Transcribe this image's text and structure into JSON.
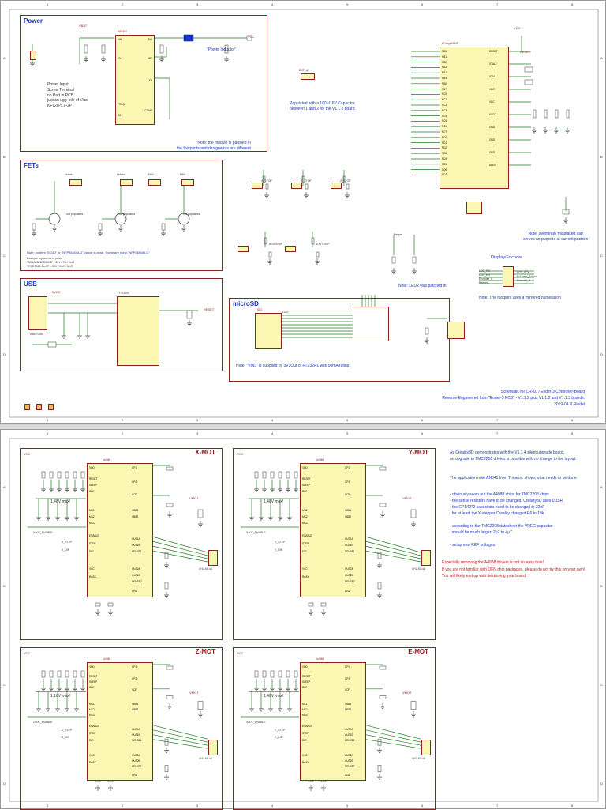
{
  "sheet1": {
    "zones_top": [
      "1",
      "2",
      "3",
      "4",
      "5",
      "6",
      "7",
      "8"
    ],
    "zones_side": [
      "A",
      "B",
      "C",
      "D"
    ],
    "power": {
      "title": "Power",
      "note_input": "Power Input\nScrew Terminal\nno Part in PCB\njust an ugly pile of Vias\nKF128-5.0-2P",
      "note_inductor": "\"Power Inductor\"",
      "note_module": "Note: the module is patched in\nthe footprints and designators are different",
      "chip_name": "MP1584",
      "chip_pins_left": [
        "VIN",
        "EN",
        "FREQ",
        "SS"
      ],
      "chip_pins_right": [
        "SW",
        "BST",
        "FB",
        "COMP"
      ],
      "net_vbat": "VBAT",
      "net_vcc": "VCC"
    },
    "fets": {
      "title": "FETs",
      "labels": [
        "Hotbed",
        "Hotend",
        "FAN",
        "FAN"
      ],
      "not_populated": "not populated",
      "note_confirm": "Note: confirm \"EG40\" or \"NFP36N06LG\" cause in ocstr. Some are likely \"NFP36N06LG\"",
      "note_replace": "Example replacement parts:\n\"AO4800/NDS30C8\" - 30V / 7A / 3mR\n\"IRLR7843 SmIR\" - 30V / 93A / 3mR"
    },
    "usb": {
      "title": "USB",
      "conn_name": "micro USB",
      "chip_name": "FT232RL",
      "net_5vcc": "5VCC",
      "net_reset": "RESET"
    },
    "microsd": {
      "title": "microSD",
      "note": "Note: \"VDD\" is supplied by 3V3Out of FT232RL with 50mA rating",
      "slot_name": "SD1",
      "net_vdd": "VDD"
    },
    "atmega": {
      "chip_name": "ATmega1284P",
      "net_reset": "RESET",
      "net_vcc": "VCC",
      "pins_left": [
        "PB0",
        "PB1",
        "PB2",
        "PB3",
        "PB4",
        "PB5",
        "PB6",
        "PB7",
        "PC0",
        "PC1",
        "PC2",
        "PC3",
        "PC4",
        "PC5",
        "PC6",
        "PC7",
        "PD0",
        "PD1",
        "PD2",
        "PD3",
        "PD4",
        "PD5",
        "PD6",
        "PD7"
      ],
      "pins_right": [
        "RESET",
        "XTAL2",
        "XTAL1",
        "VCC",
        "VCC",
        "AVCC",
        "GND",
        "GND",
        "GND",
        "AREF"
      ]
    },
    "note_populated": "Populated with a 100µ/16V Capacitor\nbetween 1 and 2 for the V1.1.2 board.",
    "note_ext": "EXT_A1",
    "note_misplaced_cap": "Note: seemingly misplaced cap\nserves no purpose at current position",
    "note_led2": "Note: LED2 was patched in",
    "display": {
      "title": "Display/Encoder",
      "note": "Note: The footprint uses a mirrored numeration",
      "signals": [
        "LCD_RS",
        "LCD_SCK",
        "LCD_EN",
        "Encoder_Button",
        "Encoder_A",
        "Encoder_B",
        "Beeper"
      ]
    },
    "stops": [
      "X_STOP",
      "Y_STOP",
      "Z_STOP"
    ],
    "temps": [
      "BEDTEMP",
      "EXTTEMP"
    ],
    "beeper": "Beeper",
    "title_block": "Schematic for CR-10 / Ender-3 Controller-Board\nReverse-Engineered from \"Ender-3 PCB\" - V1.1.2 plus V1.1.2 and V1.1.3 boards.\n2019-04 R.Riedel"
  },
  "sheet2": {
    "zones_top": [
      "1",
      "2",
      "3",
      "4",
      "5",
      "6",
      "7",
      "8"
    ],
    "zones_side": [
      "A",
      "B",
      "C",
      "D"
    ],
    "drivers": [
      {
        "title": "X-MOT",
        "chip": "A4988",
        "vref_note": "1.48V max!",
        "enable": "X/Y/E_ENABLE",
        "step": "X_STEP",
        "dir": "X_DIR",
        "conn": "XH2.54-4A"
      },
      {
        "title": "Y-MOT",
        "chip": "A4988",
        "vref_note": "1.48V max!",
        "enable": "X/Y/E_ENABLE",
        "step": "Y_STEP",
        "dir": "Y_DIR",
        "conn": "XH2.54-4A"
      },
      {
        "title": "Z-MOT",
        "chip": "A4988",
        "vref_note": "1.16V max!",
        "enable": "Z/Y/E_ENABLE",
        "step": "Z_STEP",
        "dir": "Z_DIR",
        "conn": "XH2.54-4A"
      },
      {
        "title": "E-MOT",
        "chip": "A4988",
        "vref_note": "1.48V max!",
        "enable": "X/Y/E_ENABLE",
        "step": "E_STEP",
        "dir": "E_DIR",
        "conn": "XH2.54-4A"
      }
    ],
    "chip_pins_left": [
      "VDD",
      "RESET",
      "SLEEP",
      "REF",
      "MS1",
      "MS2",
      "MS3",
      "ENABLE",
      "STEP",
      "DIR",
      "VCC",
      "ROSC"
    ],
    "chip_pins_right": [
      "CP1",
      "CP2",
      "VCP",
      "VBB1",
      "VBB2",
      "OUT1A",
      "OUT1B",
      "SENSE1",
      "OUT2A",
      "OUT2B",
      "SENSE2",
      "GND"
    ],
    "net_vcc": "VCC",
    "net_vmot": "VMOT",
    "note_intro": "As Creality3D demonstrates with the V1.1.4 silent upgrade board,\nan upgrade to TMC2208 drivers is possible with no change to the layout.",
    "note_an": "The application note AN045 from Trinamic shows what needs to be done.",
    "note_list": "- obviously swap out the A4988 chips for TMC2208 chips\n- the sense resistors have to be changed. Creality3D uses 0,15R\n- the CP1/CP2 capacitors need to be changed to 22nF\n  for at least the X-stepper Creality changed R6 to 10k\n\n- according to the TMC2208 datasheet the VREG capacitor\n  should be much larger: 2µ2 to 4µ7\n\n- setup new REF voltages",
    "note_warning": "Especially removing the A4988 drivers is not an easy task!\nIf you are not familiar with QFN chip packages, please do not try this on your own!\nYou will likely end up with destroying your board!"
  }
}
